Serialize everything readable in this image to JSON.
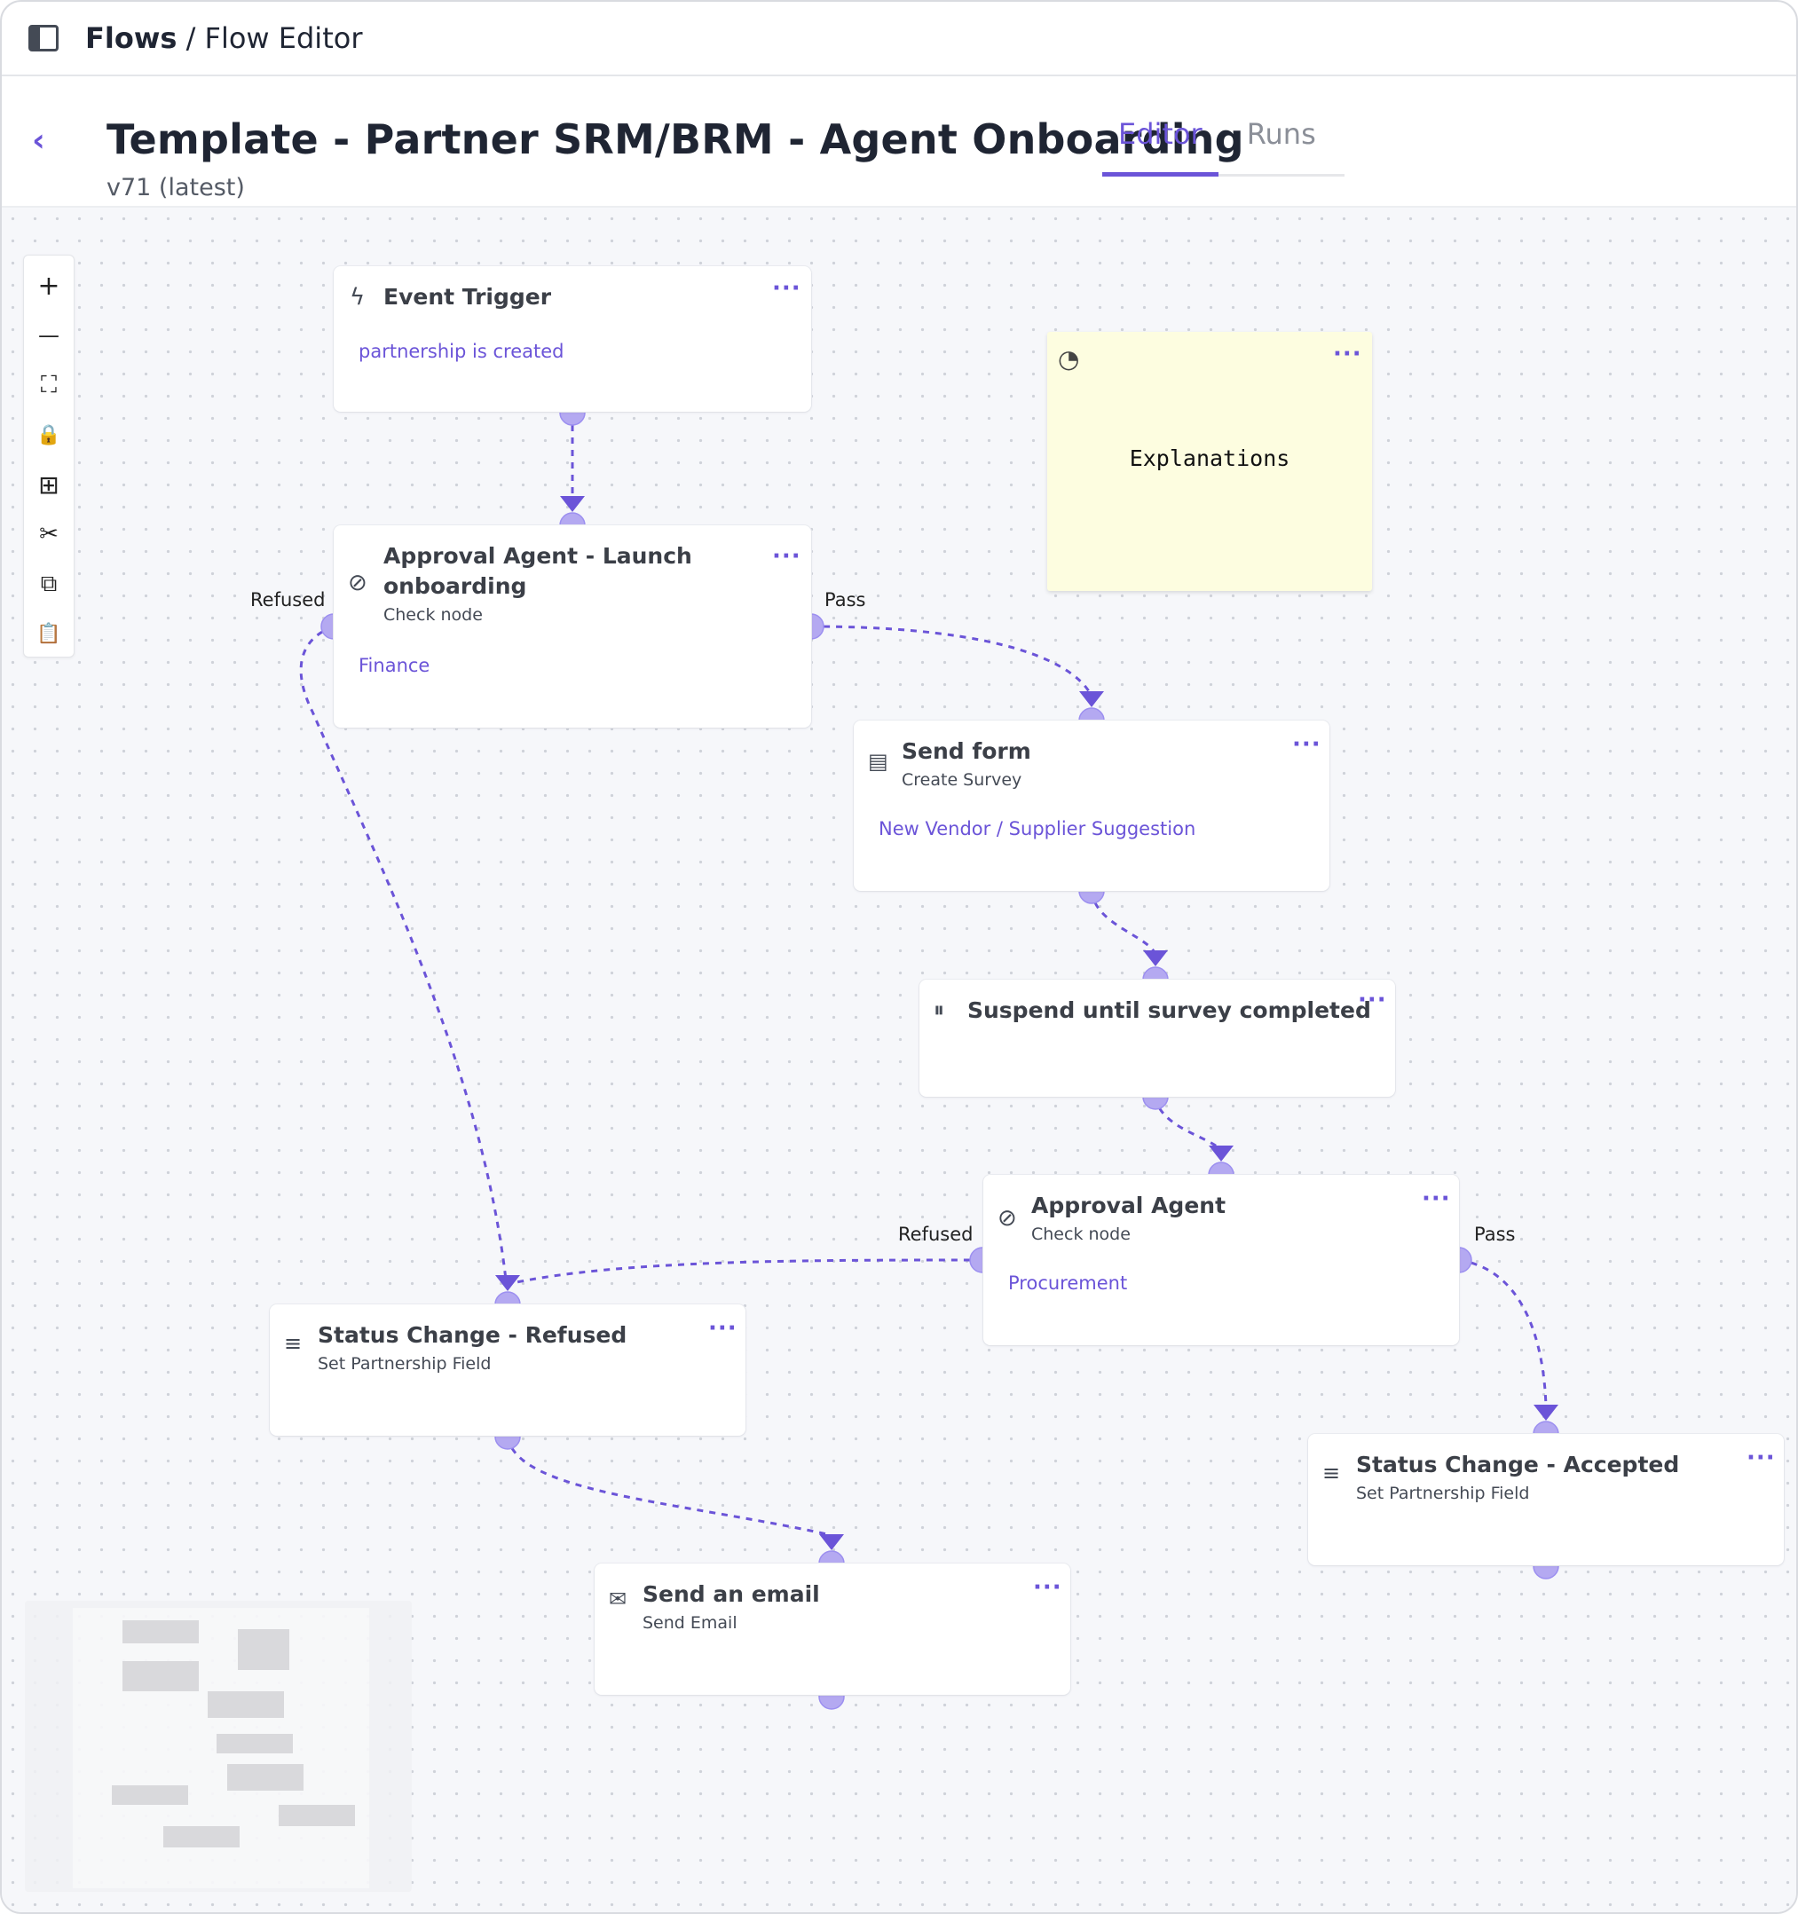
{
  "breadcrumb": {
    "section": "Flows",
    "separator": " / ",
    "page": "Flow Editor"
  },
  "header": {
    "title": "Template - Partner SRM/BRM - Agent Onboarding",
    "version": "v71 (latest)",
    "tabs": [
      {
        "label": "Editor",
        "active": true
      },
      {
        "label": "Runs",
        "active": false
      }
    ]
  },
  "toolbar": {
    "zoom_in": "+",
    "zoom_out": "—",
    "fit_view": "⛶",
    "lock": "🔒",
    "grid": "⊞",
    "cut": "✂",
    "copy": "⧉",
    "paste": "📋"
  },
  "nodes": {
    "event_trigger": {
      "icon": "bolt-icon",
      "title": "Event Trigger",
      "link": "partnership is created",
      "menu": "···"
    },
    "approval_launch": {
      "icon": "check-circle-icon",
      "title_line1": "Approval Agent - Launch",
      "title_line2": "onboarding",
      "subtitle": "Check node",
      "link": "Finance",
      "menu": "···"
    },
    "send_form": {
      "icon": "document-icon",
      "title": "Send form",
      "subtitle": "Create Survey",
      "link": "New Vendor / Supplier Suggestion",
      "menu": "···"
    },
    "suspend": {
      "icon": "pause-circle-icon",
      "title": "Suspend until survey completed",
      "menu": "···"
    },
    "approval_agent": {
      "icon": "check-circle-icon",
      "title": "Approval Agent",
      "subtitle": "Check node",
      "link": "Procurement",
      "menu": "···"
    },
    "status_refused": {
      "icon": "lines-icon",
      "title": "Status Change - Refused",
      "subtitle": "Set Partnership Field",
      "menu": "···"
    },
    "status_accepted": {
      "icon": "lines-icon",
      "title": "Status Change - Accepted",
      "subtitle": "Set Partnership Field",
      "menu": "···"
    },
    "send_email": {
      "icon": "envelope-icon",
      "title": "Send an email",
      "subtitle": "Send Email",
      "menu": "···"
    }
  },
  "sticky_note": {
    "icon": "palette-icon",
    "text": "Explanations",
    "menu": "···"
  },
  "edge_labels": {
    "refused_1": "Refused",
    "pass_1": "Pass",
    "refused_2": "Refused",
    "pass_2": "Pass"
  },
  "colors": {
    "accent": "#6b54d8",
    "handle": "#b4a9f1",
    "sticky": "#fdfde0",
    "canvas": "#f6f7fa"
  }
}
